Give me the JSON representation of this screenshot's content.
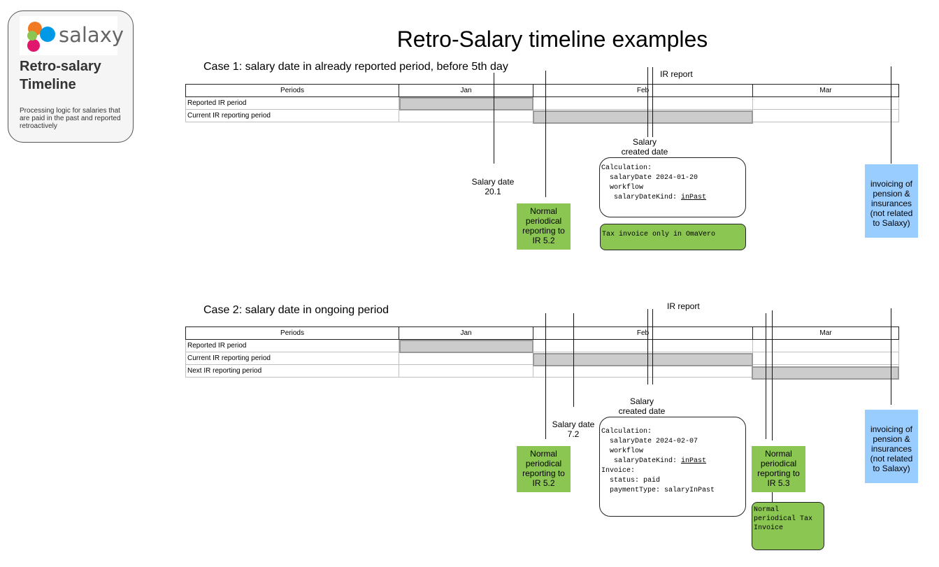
{
  "logo": {
    "text": "salaxy",
    "colors": [
      "#f07b22",
      "#0099e6",
      "#e0176d",
      "#8cc652"
    ]
  },
  "card": {
    "title": "Retro-salary Timeline",
    "description": "Processing logic for salaries that are paid in the past and reported retroactively"
  },
  "main_title": "Retro-Salary timeline examples",
  "case1": {
    "title": "Case 1: salary date in already reported period, before 5th day",
    "header": [
      "Periods",
      "Jan",
      "Feb",
      "Mar"
    ],
    "rows": [
      "Reported IR period",
      "Current IR reporting period"
    ],
    "ir_report": "IR report",
    "salary_created": [
      "Salary",
      "created date"
    ],
    "salary_date": [
      "Salary date",
      "20.1"
    ],
    "normal_reporting": [
      "Normal",
      "periodical",
      "reporting to",
      "IR 5.2"
    ],
    "calc": {
      "l1": "Calculation:",
      "l2": "  salaryDate 2024-01-20",
      "l3": "  workflow",
      "l4": "   salaryDateKind: ",
      "l4u": "inPast"
    },
    "tax_invoice": "Tax invoice only in OmaVero",
    "invoicing": [
      "invoicing of",
      "pension &",
      "insurances",
      "(not related",
      "to Salaxy)"
    ]
  },
  "case2": {
    "title": "Case 2: salary date in ongoing period",
    "header": [
      "Periods",
      "Jan",
      "Feb",
      "Mar"
    ],
    "rows": [
      "Reported IR period",
      "Current IR reporting period",
      "Next IR reporting period"
    ],
    "ir_report": "IR report",
    "salary_created": [
      "Salary",
      "created date"
    ],
    "salary_date": [
      "Salary date",
      "7.2"
    ],
    "normal_reporting_1": [
      "Normal",
      "periodical",
      "reporting to",
      "IR 5.2"
    ],
    "normal_reporting_2": [
      "Normal",
      "periodical",
      "reporting to",
      "IR 5.3"
    ],
    "calc": {
      "l1": "Calculation:",
      "l2": "  salaryDate 2024-02-07",
      "l3": "  workflow",
      "l4": "   salaryDateKind: ",
      "l4u": "inPast",
      "l5": "Invoice:",
      "l6": "  status: paid",
      "l7": "  paymentType: salaryInPast"
    },
    "tax_invoice": [
      "Normal",
      "periodical Tax",
      "Invoice"
    ],
    "invoicing": [
      "invoicing of",
      "pension &",
      "insurances",
      "(not related",
      "to Salaxy)"
    ]
  }
}
